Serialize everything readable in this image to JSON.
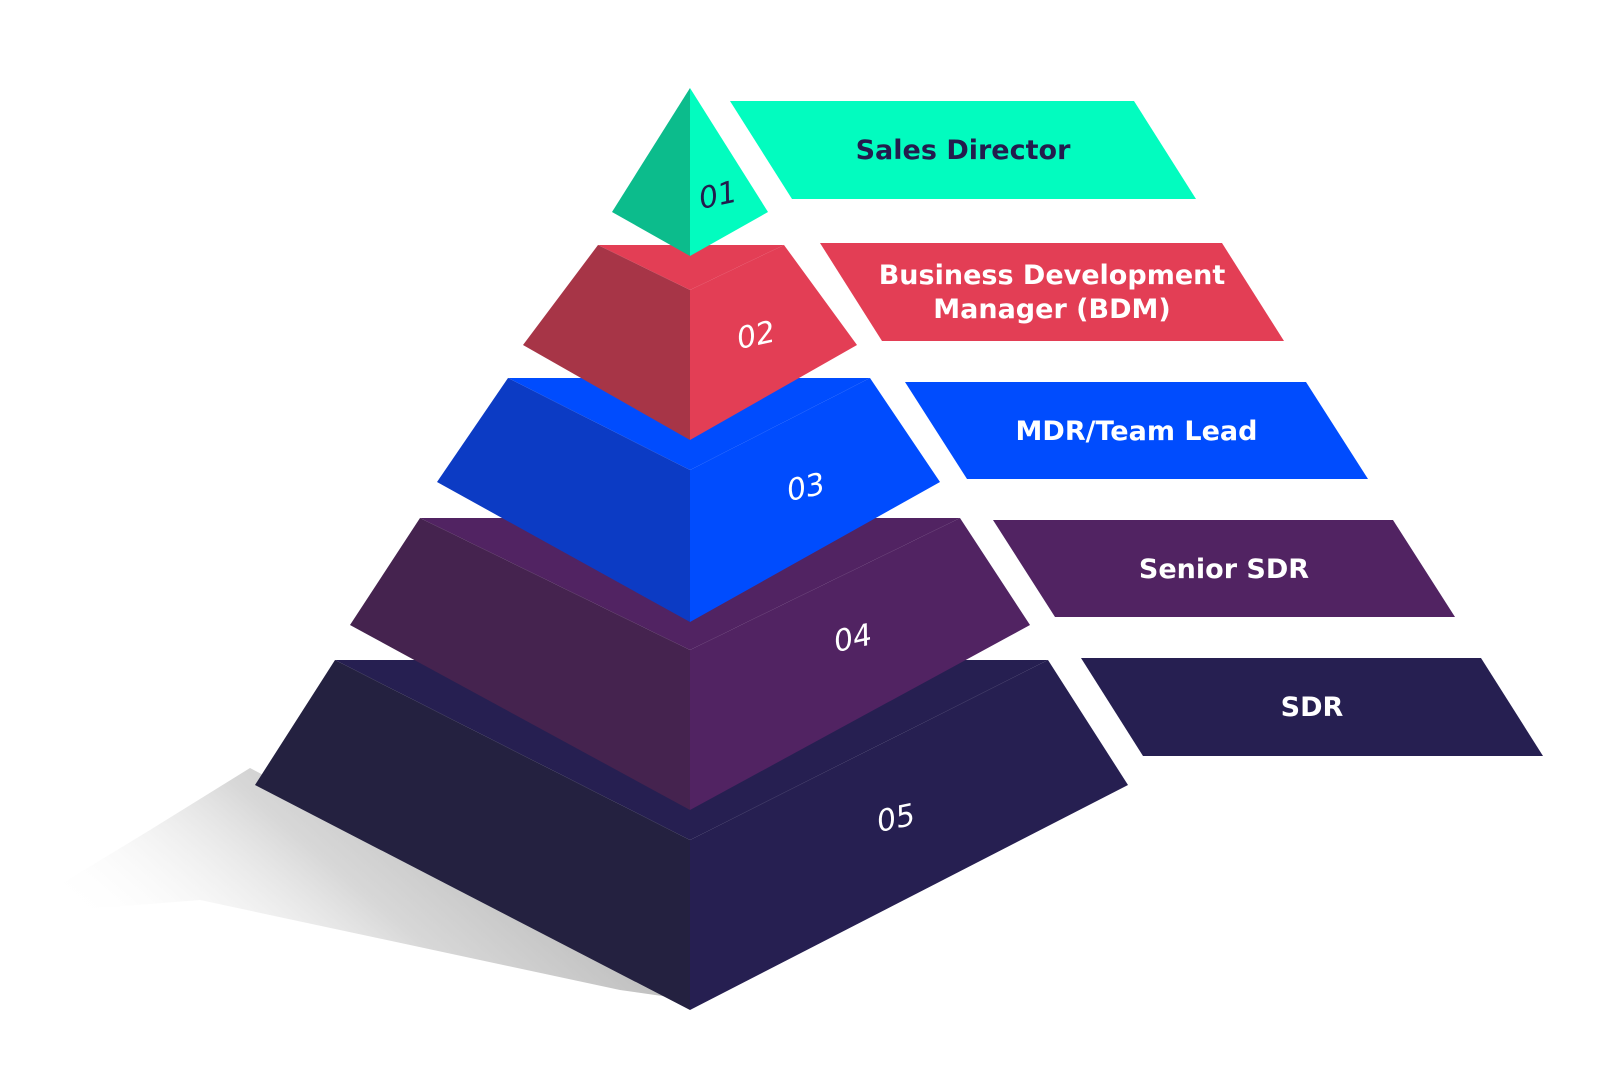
{
  "title": "Sales team hierarchy pyramid",
  "levels": [
    {
      "number": "01",
      "label_lines": [
        "Sales Director"
      ],
      "color_light": "#02FCBF",
      "color_dark": "#0CBC8C",
      "text_color": "#231C4D",
      "num_color": "#231C4D"
    },
    {
      "number": "02",
      "label_lines": [
        "Business Development",
        "Manager (BDM)"
      ],
      "color_light": "#E33E55",
      "color_dark": "#A73547",
      "text_color": "#FFFFFF",
      "num_color": "#FFFFFF"
    },
    {
      "number": "03",
      "label_lines": [
        "MDR/Team Lead"
      ],
      "color_light": "#004CFE",
      "color_dark": "#0C3BC4",
      "text_color": "#FFFFFF",
      "num_color": "#FFFFFF"
    },
    {
      "number": "04",
      "label_lines": [
        "Senior SDR"
      ],
      "color_light": "#512362",
      "color_dark": "#45234F",
      "text_color": "#FFFFFF",
      "num_color": "#FFFFFF"
    },
    {
      "number": "05",
      "label_lines": [
        "SDR"
      ],
      "color_light": "#261F51",
      "color_dark": "#242140",
      "text_color": "#FFFFFF",
      "num_color": "#FFFFFF"
    }
  ]
}
